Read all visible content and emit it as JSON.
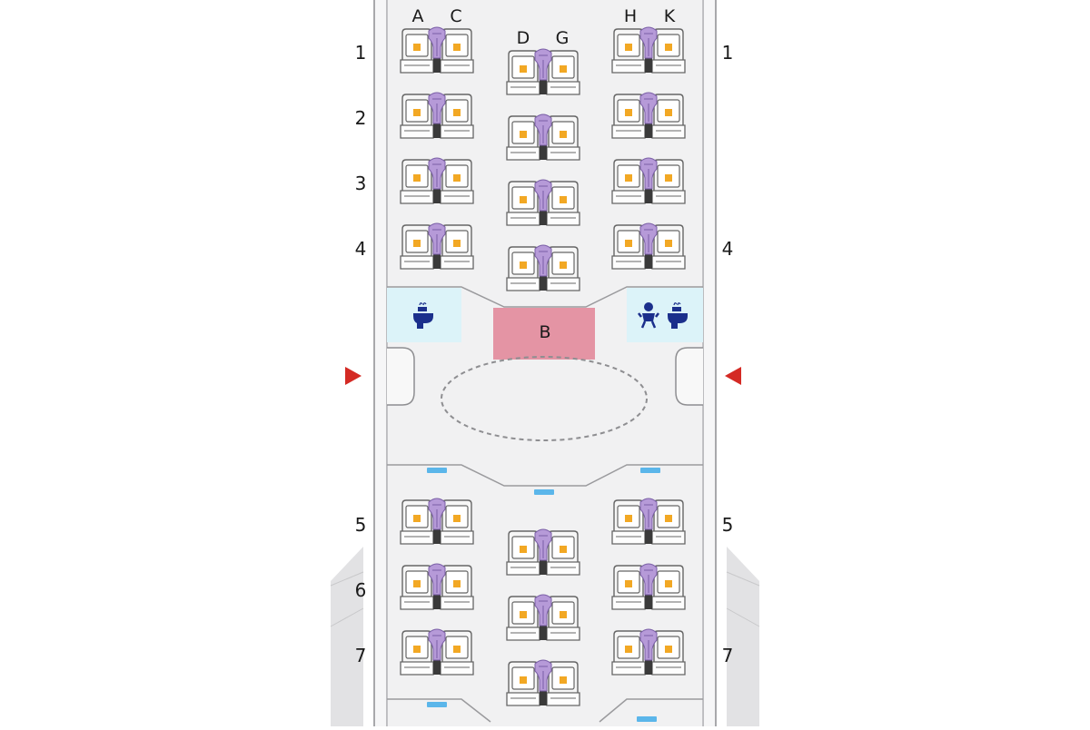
{
  "cabin": {
    "column_letters": [
      "A",
      "C",
      "D",
      "G",
      "H",
      "K"
    ],
    "rows_forward": [
      "1",
      "2",
      "3",
      "4"
    ],
    "rows_aft": [
      "5",
      "6",
      "7"
    ],
    "galley_label": "B",
    "lavatory_left_icon": "lavatory-icon",
    "lavatory_right_icons": [
      "baby-changing-icon",
      "lavatory-icon"
    ],
    "exit_marker_icon": "exit-arrow-icon",
    "colors": {
      "fuselage_fill": "#f1f1f2",
      "fuselage_outline": "#a8a8ab",
      "wing": "#e2e2e4",
      "lavatory_fill": "#dcf3f9",
      "galley_fill": "#e494a4",
      "seat_fill": "#f6f6f6",
      "seat_outline": "#666666",
      "console_fill": "#b69ad8",
      "seat_marker": "#f2a824",
      "exit_arrow": "#d42a24",
      "overhead_light": "#5bb6ea",
      "facility_icon": "#1b2f8c"
    }
  }
}
